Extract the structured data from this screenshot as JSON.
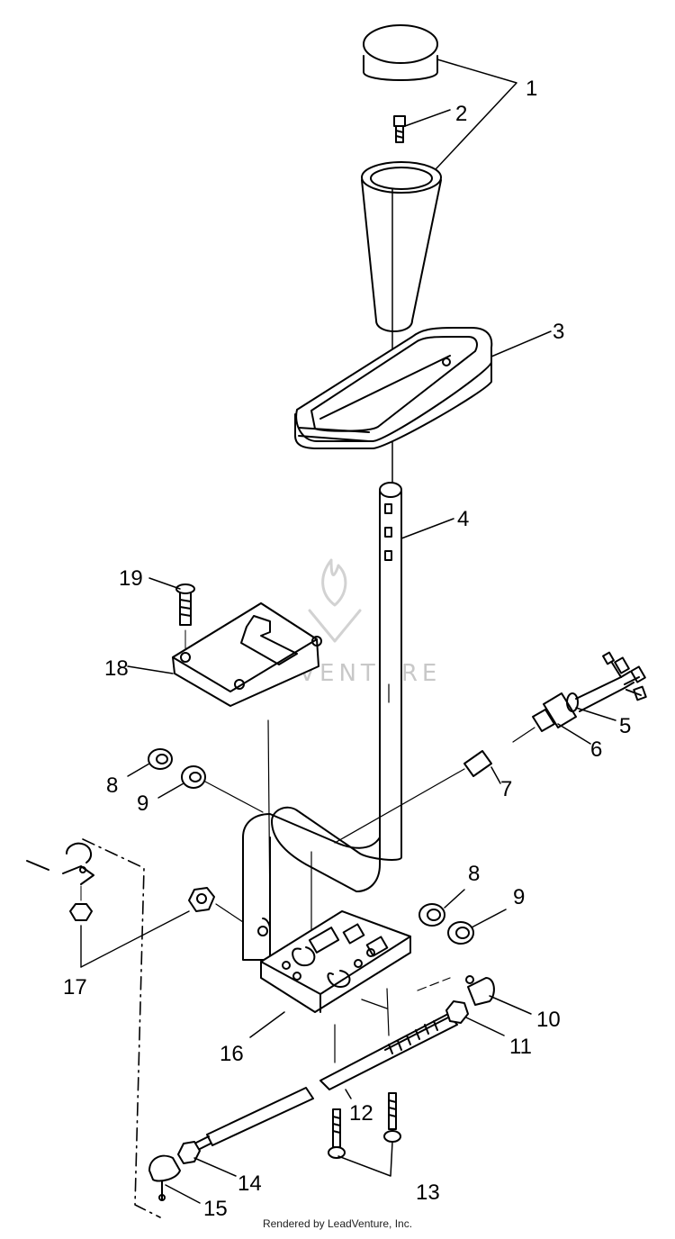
{
  "watermark": "LEADVENTURE",
  "footer": "Rendered by LeadVenture, Inc.",
  "callouts": [
    "1",
    "2",
    "3",
    "4",
    "5",
    "6",
    "7",
    "8",
    "9",
    "8",
    "9",
    "10",
    "11",
    "12",
    "13",
    "14",
    "15",
    "16",
    "17",
    "18",
    "19"
  ]
}
